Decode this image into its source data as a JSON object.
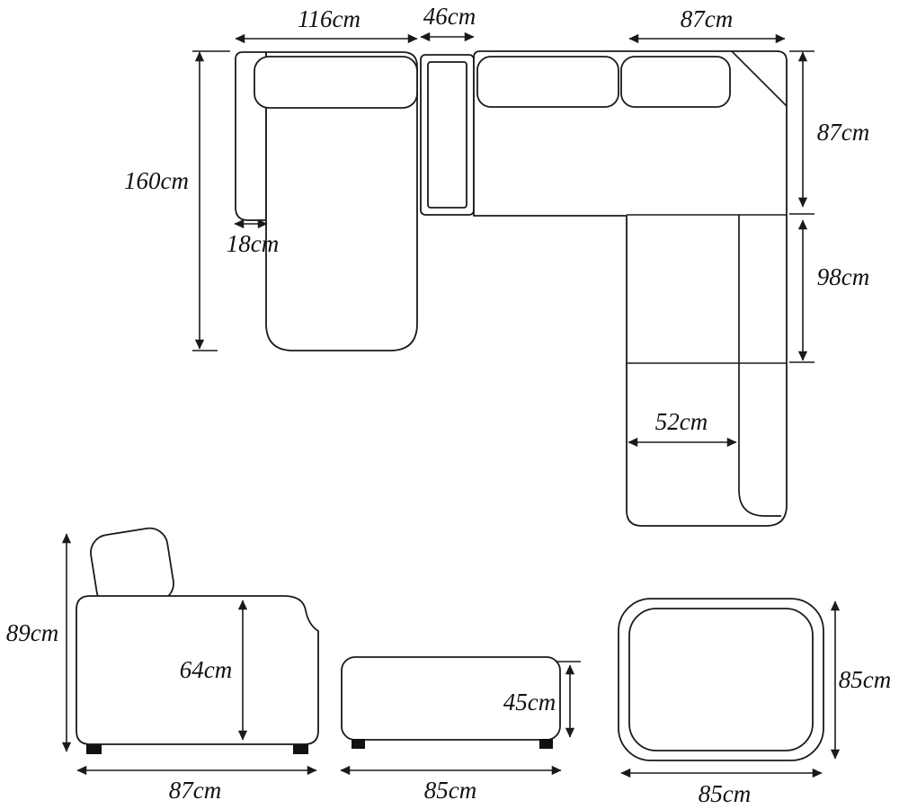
{
  "accent_color": "#1a1a1a",
  "plan_view": {
    "chaise_width": "116cm",
    "console_width": "46cm",
    "corner_width": "87cm",
    "chaise_length": "160cm",
    "arm_width": "18cm",
    "corner_depth": "87cm",
    "seat_run_length": "98cm",
    "seat_depth": "52cm"
  },
  "sofa_side_view": {
    "overall_height": "89cm",
    "arm_height": "64cm",
    "overall_depth": "87cm"
  },
  "ottoman_side_view": {
    "height": "45cm",
    "length": "85cm"
  },
  "ottoman_top_view": {
    "depth": "85cm",
    "width": "85cm"
  }
}
